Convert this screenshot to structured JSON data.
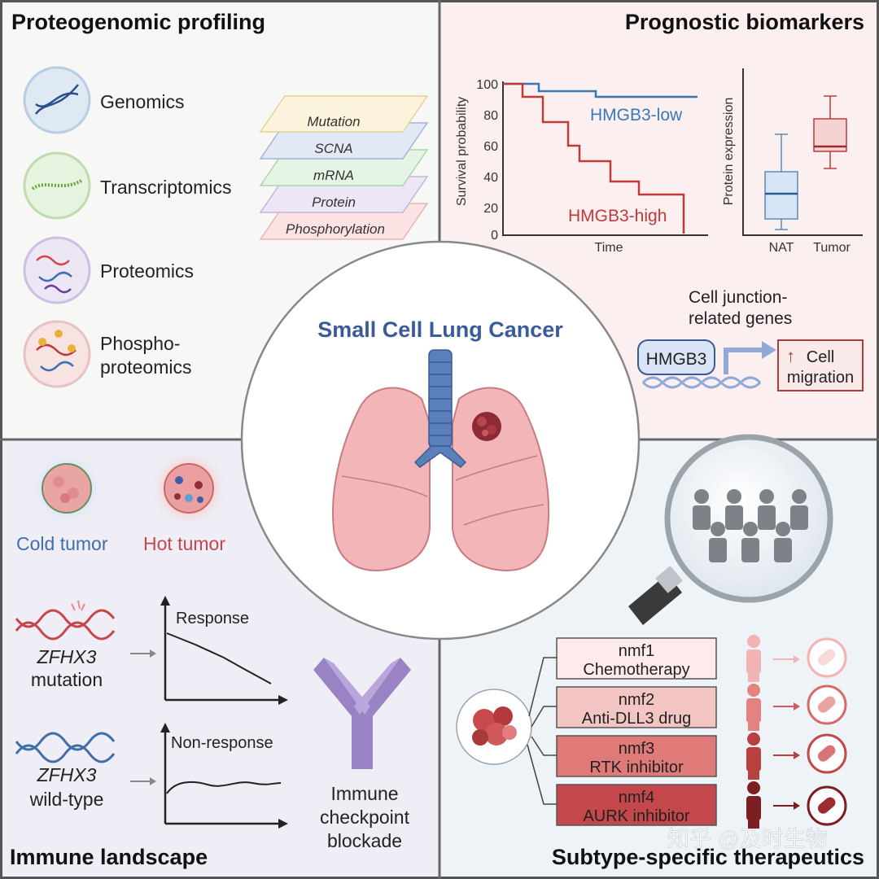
{
  "panels": {
    "profiling": {
      "title": "Proteogenomic profiling",
      "omics": [
        "Genomics",
        "Transcriptomics",
        "Proteomics",
        "Phospho-",
        "proteomics"
      ],
      "layers": [
        "Mutation",
        "SCNA",
        "mRNA",
        "Protein",
        "Phosphorylation"
      ]
    },
    "biomarkers": {
      "title": "Prognostic biomarkers",
      "km": {
        "ylabel": "Survival probability",
        "xlabel": "Time",
        "yticks": [
          "100",
          "80",
          "60",
          "40",
          "20",
          "0"
        ],
        "low_label": "HMGB3-low",
        "high_label": "HMGB3-high"
      },
      "box": {
        "ylabel": "Protein expression",
        "cat1": "NAT",
        "cat2": "Tumor"
      },
      "junction_line1": "Cell junction-",
      "junction_line2": "related genes",
      "gene": "HMGB3",
      "arrow_up": "↑",
      "effect1": "Cell",
      "effect2": "migration"
    },
    "center": {
      "title": "Small Cell Lung Cancer"
    },
    "immune": {
      "title": "Immune landscape",
      "cold": "Cold tumor",
      "hot": "Hot tumor",
      "mut_gene": "ZFHX3",
      "mut_status": "mutation",
      "wt_gene": "ZFHX3",
      "wt_status": "wild-type",
      "response": "Response",
      "nonresponse": "Non-response",
      "icb1": "Immune",
      "icb2": "checkpoint",
      "icb3": "blockade"
    },
    "therapeutics": {
      "title": "Subtype-specific therapeutics",
      "subtypes": [
        {
          "name": "nmf1",
          "drug": "Chemotherapy"
        },
        {
          "name": "nmf2",
          "drug": "Anti-DLL3 drug"
        },
        {
          "name": "nmf3",
          "drug": "RTK inhibitor"
        },
        {
          "name": "nmf4",
          "drug": "AURK inhibitor"
        }
      ]
    }
  },
  "watermark": "知乎 @及时生物",
  "colors": {
    "blue_title": "#3b5a9a",
    "low": "#3a78b5",
    "high": "#c0393b",
    "cold": "#3e6fa8",
    "hot": "#c6474a",
    "purple": "#9a83c4",
    "panel_tl": "#f7f8f5",
    "panel_tr": "#fbf0ef",
    "panel_bl": "#efedf6",
    "panel_br": "#eef3f8"
  }
}
